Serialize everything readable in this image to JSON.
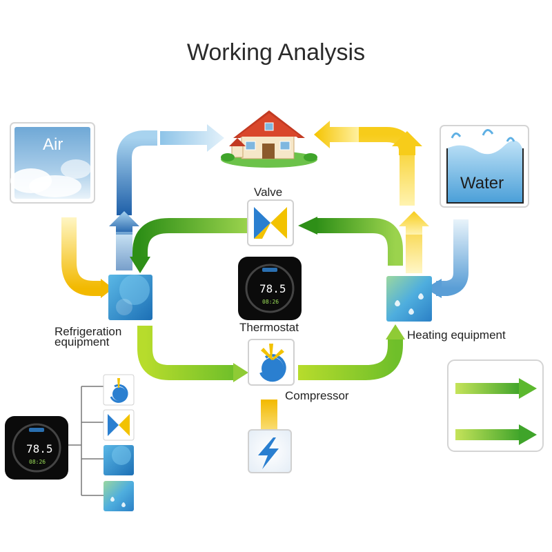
{
  "title": "Working Analysis",
  "labels": {
    "air": "Air",
    "water": "Water",
    "valve": "Valve",
    "thermostat": "Thermostat",
    "compressor": "Compressor",
    "refrigeration_line1": "Refrigeration",
    "refrigeration_line2": "equipment",
    "heating": "Heating equipment"
  },
  "thermostat_display": {
    "temperature": "78.5",
    "time": "08:26"
  },
  "colors": {
    "blue_flow": "#4a90d0",
    "yellow_flow": "#f5c400",
    "green_flow": "#3a9a20",
    "legend_arrow": "#5cb82e"
  }
}
